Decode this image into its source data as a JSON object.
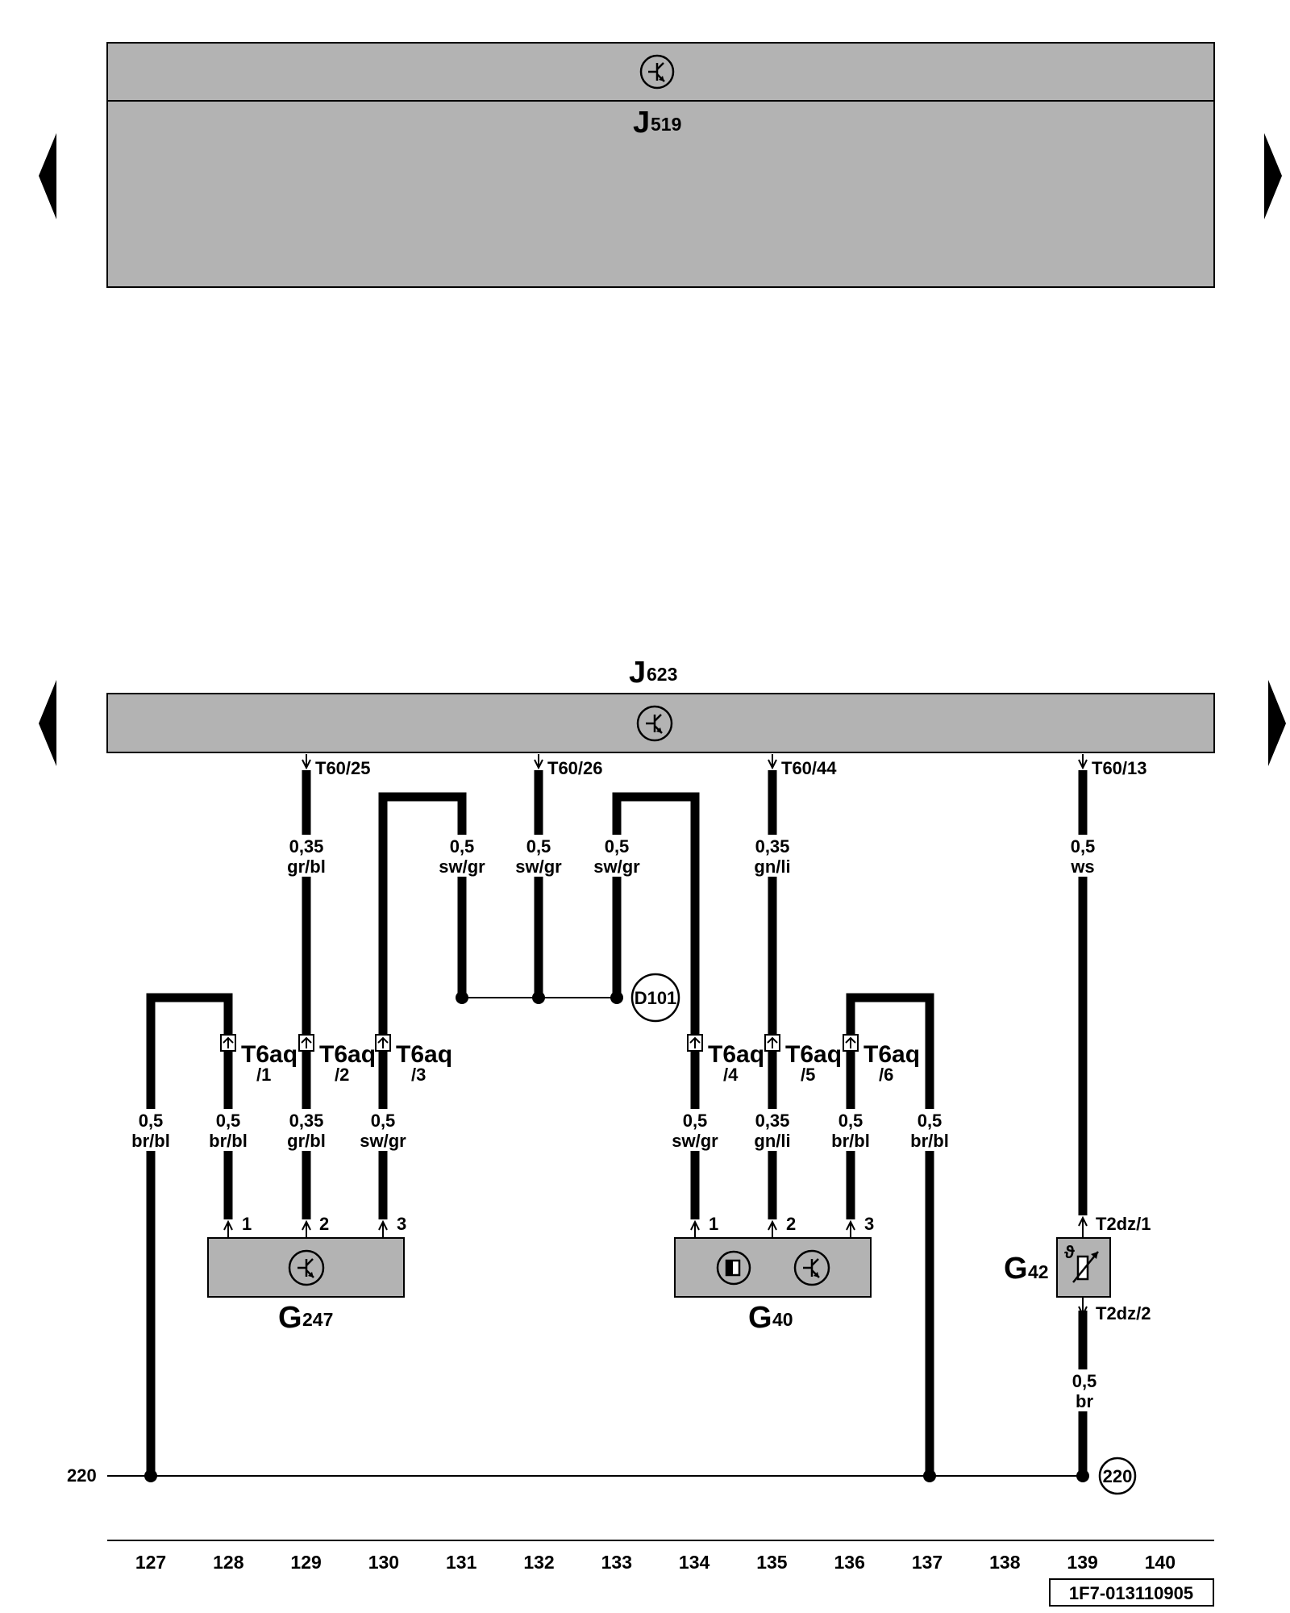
{
  "components": {
    "j519": {
      "letter": "J",
      "sub": "519"
    },
    "j623": {
      "letter": "J",
      "sub": "623"
    },
    "g247": {
      "letter": "G",
      "sub": "247"
    },
    "g40": {
      "letter": "G",
      "sub": "40"
    },
    "g42": {
      "letter": "G",
      "sub": "42"
    }
  },
  "connector_labels": {
    "t60_25": "T60/25",
    "t60_26": "T60/26",
    "t60_44": "T60/44",
    "t60_13": "T60/13",
    "t2dz_1": "T2dz/1",
    "t2dz_2": "T2dz/2",
    "t6aq": "T6aq",
    "t6aq_pins": [
      "/1",
      "/2",
      "/3",
      "/4",
      "/5",
      "/6"
    ]
  },
  "pin_numbers": [
    "1",
    "2",
    "3"
  ],
  "wires": [
    {
      "size": "0,35",
      "color": "gr/bl"
    },
    {
      "size": "0,5",
      "color": "sw/gr"
    },
    {
      "size": "0,5",
      "color": "sw/gr"
    },
    {
      "size": "0,5",
      "color": "sw/gr"
    },
    {
      "size": "0,35",
      "color": "gn/li"
    },
    {
      "size": "0,5",
      "color": "ws"
    },
    {
      "size": "0,5",
      "color": "br/bl"
    },
    {
      "size": "0,5",
      "color": "br/bl"
    },
    {
      "size": "0,35",
      "color": "gr/bl"
    },
    {
      "size": "0,5",
      "color": "sw/gr"
    },
    {
      "size": "0,5",
      "color": "sw/gr"
    },
    {
      "size": "0,35",
      "color": "gn/li"
    },
    {
      "size": "0,5",
      "color": "br/bl"
    },
    {
      "size": "0,5",
      "color": "br/bl"
    },
    {
      "size": "0,5",
      "color": "br"
    }
  ],
  "junctions": {
    "d101": "D101",
    "ref220": "220",
    "ground_ref": "220"
  },
  "columns": [
    "127",
    "128",
    "129",
    "130",
    "131",
    "132",
    "133",
    "134",
    "135",
    "136",
    "137",
    "138",
    "139",
    "140"
  ],
  "doc_id": "1F7-013110905"
}
